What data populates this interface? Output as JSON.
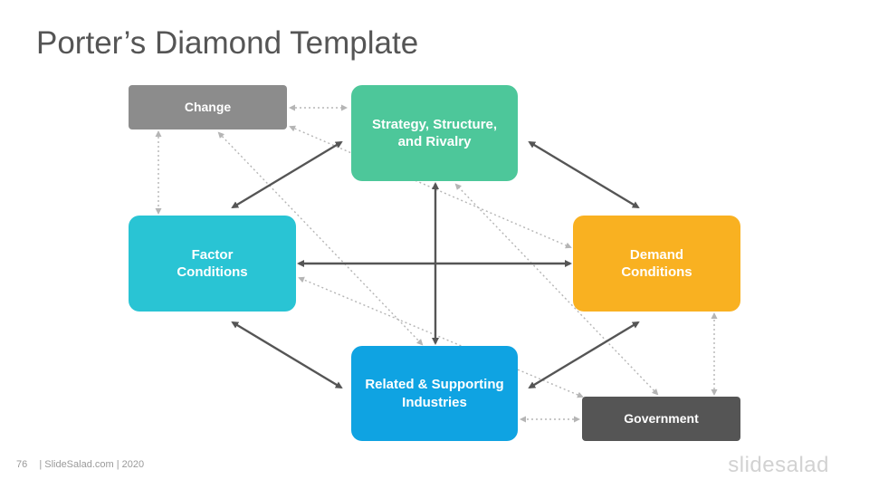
{
  "slide": {
    "title": "Porter’s Diamond Template",
    "footer_page": "76",
    "footer_text": "| SlideSalad.com | 2020",
    "brand": "slidesalad"
  },
  "boxes": {
    "change": "Change",
    "strategy": "Strategy, Structure,\nand Rivalry",
    "factor": "Factor\nConditions",
    "demand": "Demand\nConditions",
    "related": "Related & Supporting\nIndustries",
    "government": "Government"
  },
  "colors": {
    "change": "#8c8c8c",
    "strategy": "#4dc79a",
    "factor": "#29c4d4",
    "demand": "#f9b121",
    "related": "#0fa3e2",
    "government": "#555555",
    "solid_arrow": "#555555",
    "dotted_arrow": "#b5b5b5"
  }
}
